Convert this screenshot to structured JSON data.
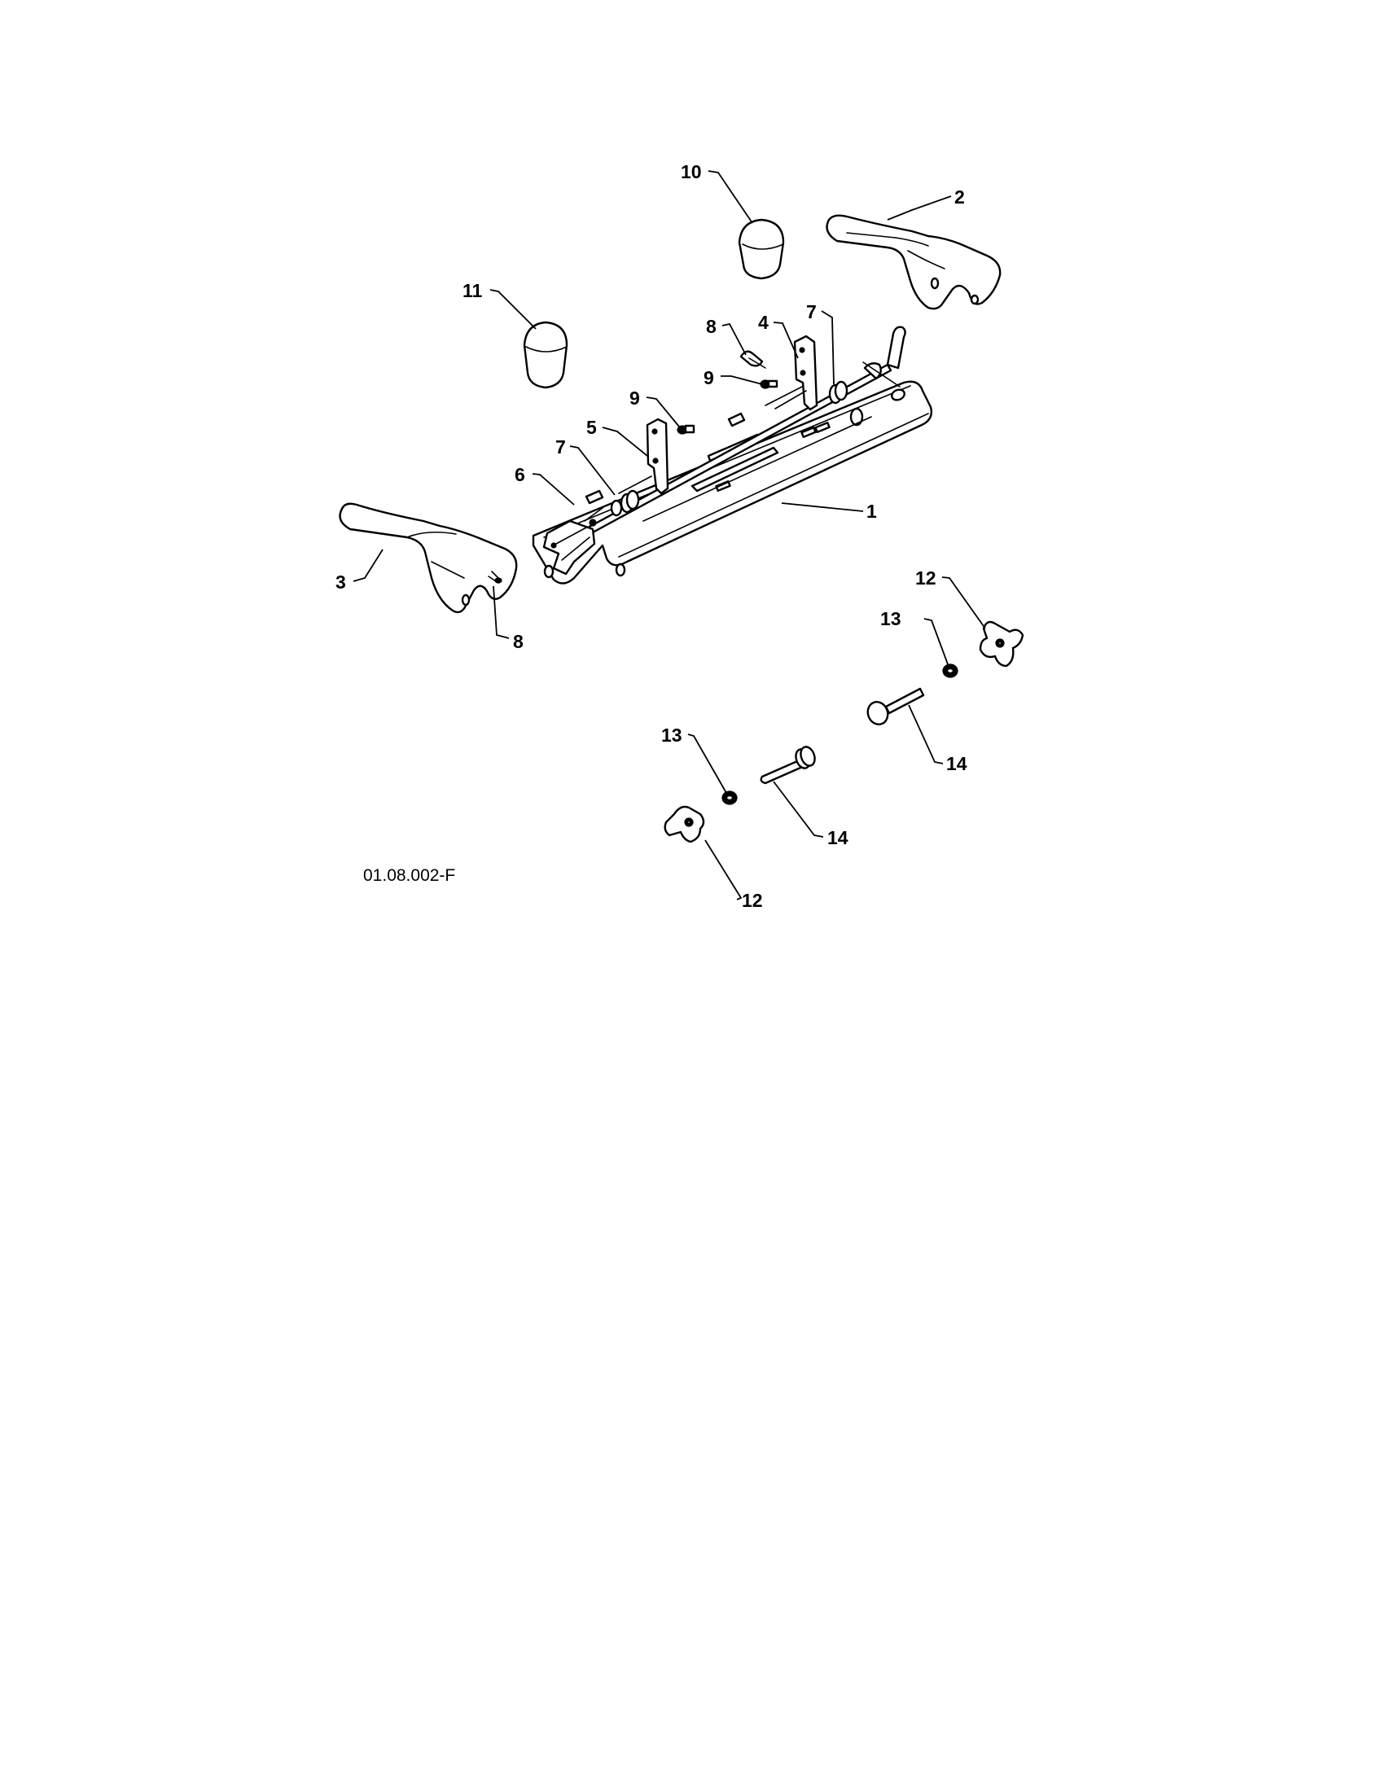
{
  "drawing_code": "01.08.002-F",
  "callouts": [
    {
      "id": "c1",
      "label": "1"
    },
    {
      "id": "c2",
      "label": "2"
    },
    {
      "id": "c3",
      "label": "3"
    },
    {
      "id": "c4",
      "label": "4"
    },
    {
      "id": "c5",
      "label": "5"
    },
    {
      "id": "c6",
      "label": "6"
    },
    {
      "id": "c7a",
      "label": "7"
    },
    {
      "id": "c7b",
      "label": "7"
    },
    {
      "id": "c8a",
      "label": "8"
    },
    {
      "id": "c8b",
      "label": "8"
    },
    {
      "id": "c9a",
      "label": "9"
    },
    {
      "id": "c9b",
      "label": "9"
    },
    {
      "id": "c10",
      "label": "10"
    },
    {
      "id": "c11",
      "label": "11"
    },
    {
      "id": "c12a",
      "label": "12"
    },
    {
      "id": "c12b",
      "label": "12"
    },
    {
      "id": "c13a",
      "label": "13"
    },
    {
      "id": "c13b",
      "label": "13"
    },
    {
      "id": "c14a",
      "label": "14"
    },
    {
      "id": "c14b",
      "label": "14"
    }
  ]
}
